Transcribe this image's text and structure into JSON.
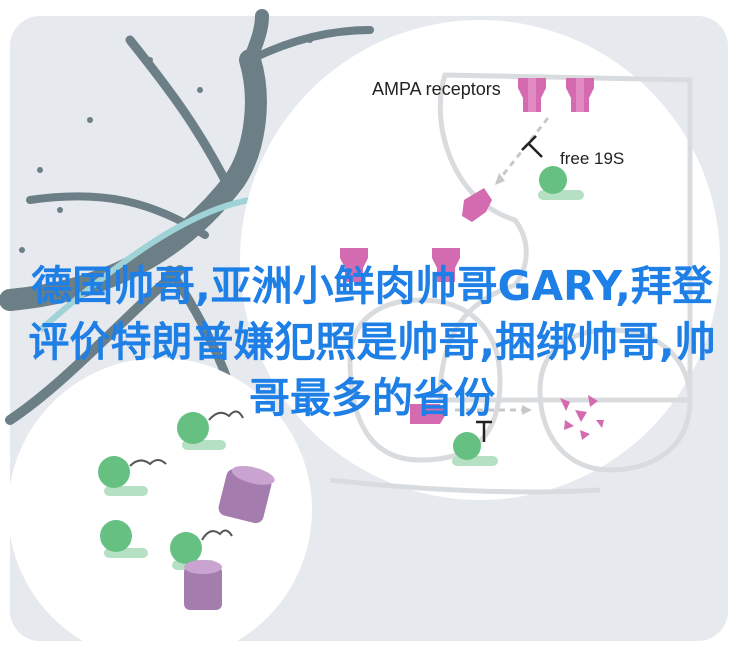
{
  "diagram": {
    "labels": {
      "ampa": "AMPA receptors",
      "free": "free 19S"
    },
    "colors": {
      "panel": "#e6e9ee",
      "neuron": "#6c7e86",
      "circle": "#ffffff",
      "membrane": "#d9dcdf",
      "receptor": "#d46bb0",
      "proteasome": "#66c081",
      "barrel": "#a57cae"
    }
  },
  "overlay": {
    "text": "德国帅哥,亚洲小鲜肉帅哥GARY,拜登评价特朗普嫌犯照是帅哥,捆绑帅哥,帅哥最多的省份"
  }
}
